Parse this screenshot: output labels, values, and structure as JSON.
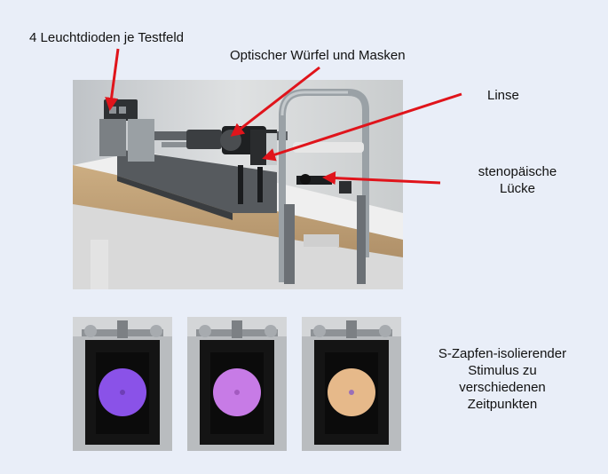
{
  "labels": {
    "leds": "4 Leuchtdioden je Testfeld",
    "cube": "Optischer Würfel und Masken",
    "lens": "Linse",
    "pupil_line1": "stenopäische",
    "pupil_line2": "Lücke",
    "stimulus_line1": "S-Zapfen-isolierender",
    "stimulus_line2": "Stimulus zu",
    "stimulus_line3": "verschiedenen",
    "stimulus_line4": "Zeitpunkten"
  },
  "colors": {
    "background": "#e9eef8",
    "arrow": "#e0141b",
    "stimulus": [
      "#8a52e8",
      "#c77be6",
      "#e6b98a"
    ],
    "stimulus_center": [
      "#6e3fb6",
      "#a35ac0",
      "#9a6fb8"
    ]
  },
  "images": [
    {
      "name": "apparatus-photo"
    },
    {
      "name": "stimulus-photo-1"
    },
    {
      "name": "stimulus-photo-2"
    },
    {
      "name": "stimulus-photo-3"
    }
  ]
}
